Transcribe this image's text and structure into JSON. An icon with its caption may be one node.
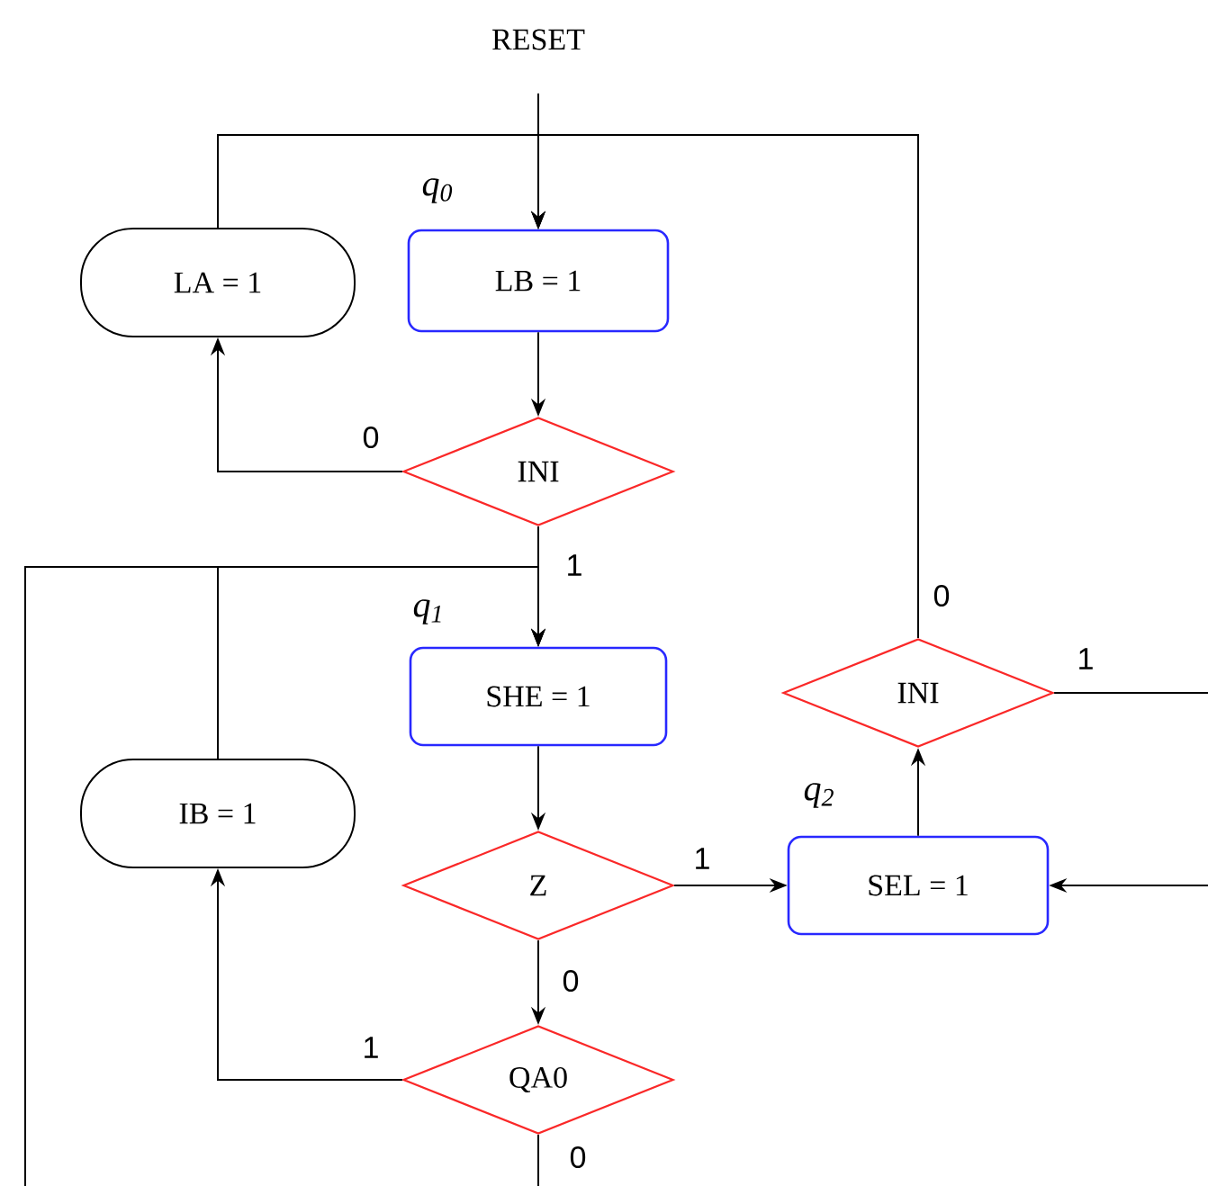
{
  "diagram": {
    "nodes": [
      {
        "text": [
          "RESET"
        ]
      },
      {
        "text": [
          "LA = 1"
        ]
      },
      {
        "text": [
          "LB = 1"
        ],
        "beside": [
          "q$_{0}$"
        ]
      },
      {
        "text": [
          "INI"
        ]
      },
      {
        "text": [
          "SHE = 1"
        ],
        "beside": [
          "q$_{1}$"
        ]
      },
      {
        "text": [
          "IB = 1"
        ]
      },
      {
        "text": [
          "Z"
        ]
      },
      {
        "text": [
          "SEL = 1"
        ],
        "beside": [
          "q$_{2}$"
        ]
      },
      {
        "text": [
          "INI"
        ]
      },
      {
        "text": [
          "QA0"
        ]
      }
    ],
    "edges": [
      {
        "from": 0,
        "to": 2,
        "arrow": "to"
      },
      {
        "from": 2,
        "to": 3,
        "arrow": "to"
      },
      {
        "from": 3,
        "to": 1,
        "arrow": "to",
        "label": "0"
      },
      {
        "from": 1,
        "to": 2,
        "arrow": "to"
      },
      {
        "from": 8,
        "to": 2,
        "arrow": "to",
        "label": "0"
      },
      {
        "from": 3,
        "to": 4,
        "arrow": "to",
        "label": "1"
      },
      {
        "from": 5,
        "to": 4,
        "arrow": "to"
      },
      {
        "from": null,
        "to": 4,
        "arrow": "to"
      },
      {
        "from": 4,
        "to": 6,
        "arrow": "to"
      },
      {
        "from": 6,
        "to": 7,
        "arrow": "to",
        "label": "1"
      },
      {
        "from": 6,
        "to": 9,
        "arrow": "to",
        "label": "0"
      },
      {
        "from": 9,
        "to": 5,
        "arrow": "to",
        "label": "1"
      },
      {
        "from": 7,
        "to": 8,
        "arrow": "to"
      },
      {
        "from": 8,
        "to": null,
        "arrow": "none",
        "label": "1"
      },
      {
        "from": null,
        "to": 7,
        "arrow": "to"
      },
      {
        "from": 9,
        "to": null,
        "arrow": "none",
        "label": "0"
      }
    ]
  }
}
